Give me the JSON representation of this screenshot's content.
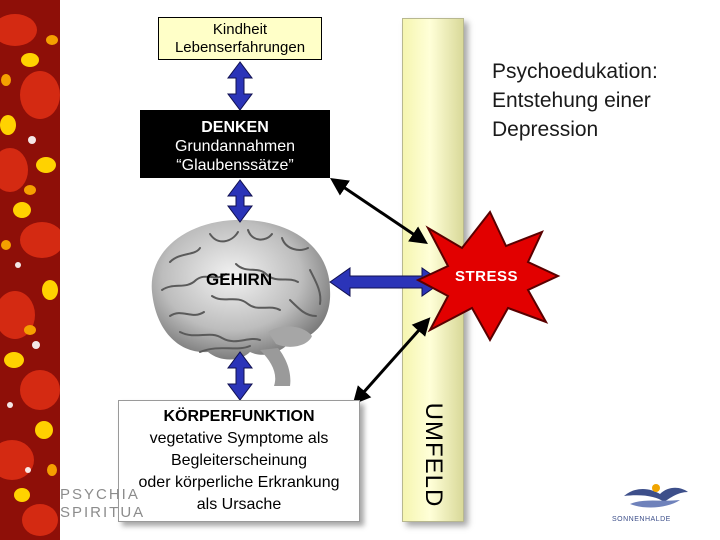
{
  "diagram": {
    "title_lines": [
      "Psychoedukation:",
      "Entstehung einer",
      "Depression"
    ],
    "boxes": {
      "kindheit": {
        "lines": [
          "Kindheit",
          "Lebenserfahrungen"
        ]
      },
      "denken": {
        "heading": "DENKEN",
        "lines": [
          "Grundannahmen",
          "“Glaubenssätze”"
        ]
      },
      "koerper": {
        "heading": "KÖRPERFUNKTION",
        "lines": [
          "vegetative Symptome als",
          "Begleiterscheinung",
          "oder körperliche Erkrankung",
          "als Ursache"
        ]
      }
    },
    "gehirn_label": "GEHIRN",
    "stress_label": "STRESS",
    "umfeld_label": "UMFELD"
  },
  "logos": {
    "psych_lines": [
      "PSYCHIA",
      "SPIRITUA"
    ],
    "sonnenhalde_text": "SONNENHALDE"
  },
  "colors": {
    "arrow_blue": "#2b34b8",
    "stress_red": "#e20000",
    "pillar_yellow": "#ffffd0",
    "deco_red": "#c8190f",
    "deco_yellow": "#ffd200"
  }
}
